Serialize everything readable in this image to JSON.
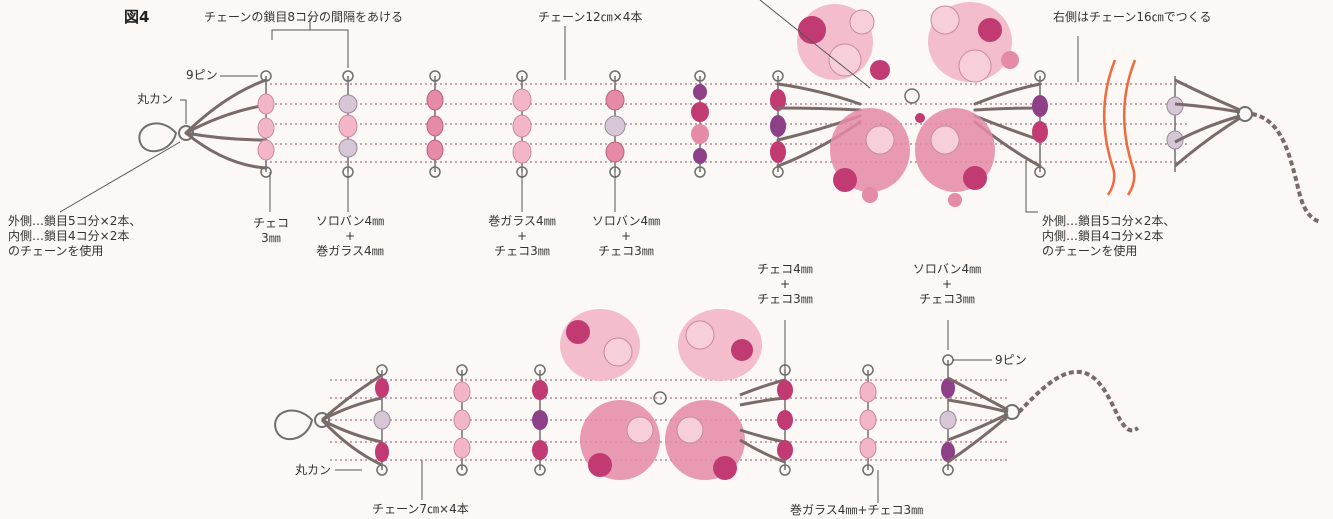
{
  "figure_title": "図4",
  "top": {
    "spacing_note": "チェーンの鎖目8コ分の間隔をあける",
    "chain_note": "チェーン12㎝×4本",
    "right_note": "右側はチェーン16㎝でつくる",
    "pin_label": "9ピン",
    "ring_label": "丸カン",
    "outer_chain_left": [
      "外側…鎖目5コ分×2本、",
      "内側…鎖目4コ分×2本",
      "のチェーンを使用"
    ],
    "czech_3": [
      "チェコ",
      "3㎜"
    ],
    "soroban_maki": [
      "ソロバン4㎜",
      "+",
      "巻ガラス4㎜"
    ],
    "maki_czech": [
      "巻ガラス4㎜",
      "+",
      "チェコ3㎜"
    ],
    "soroban_czech": [
      "ソロバン4㎜",
      "+",
      "チェコ3㎜"
    ],
    "outer_chain_right": [
      "外側…鎖目5コ分×2本、",
      "内側…鎖目4コ分×2本",
      "のチェーンを使用"
    ]
  },
  "bottom": {
    "czech_combo": [
      "チェコ4㎜",
      "+",
      "チェコ3㎜"
    ],
    "soroban_combo": [
      "ソロバン4㎜",
      "+",
      "チェコ3㎜"
    ],
    "pin_label": "9ピン",
    "ring_label": "丸カン",
    "chain_note": "チェーン7㎝×4本",
    "maki_note": "巻ガラス4㎜+チェコ3㎜"
  },
  "colors": {
    "bead_light": "#f2b6c6",
    "bead_mid": "#e58aa7",
    "bead_dark": "#c23a72",
    "bead_purple": "#8d3f87",
    "chain": "#7b6b68",
    "zigzag": "#ef6a3c",
    "outline": "#6f6f6f"
  }
}
